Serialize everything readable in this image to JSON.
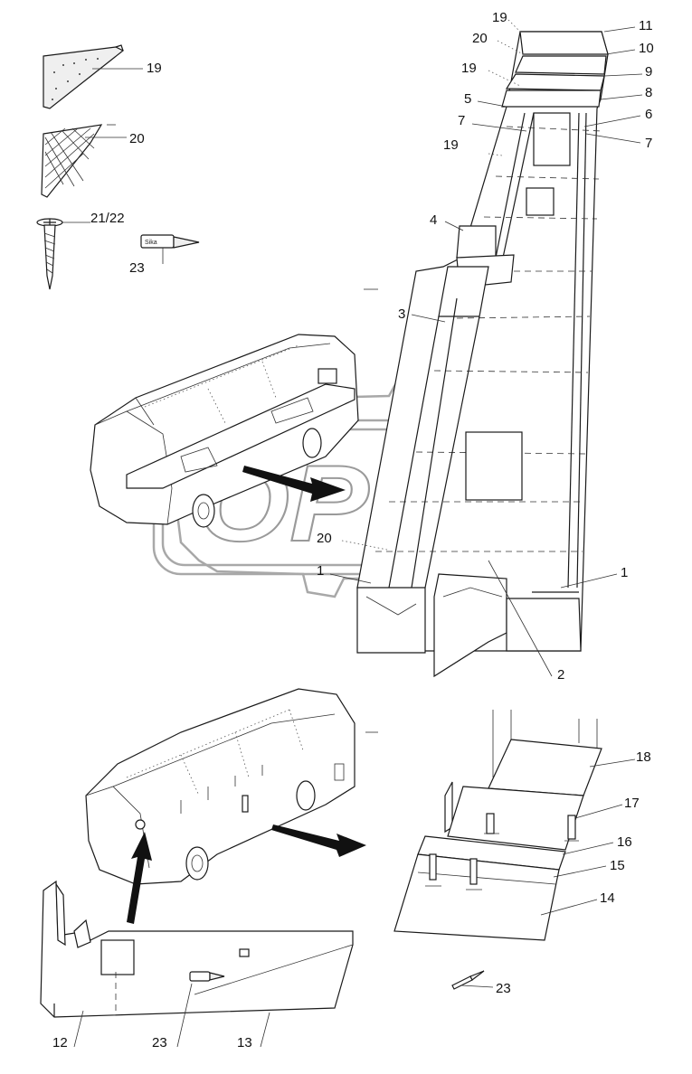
{
  "labels": {
    "n1": "1",
    "n2": "2",
    "n3": "3",
    "n4": "4",
    "n5": "5",
    "n6": "6",
    "n7": "7",
    "n8": "8",
    "n9": "9",
    "n10": "10",
    "n11": "11",
    "n12": "12",
    "n13": "13",
    "n14": "14",
    "n15": "15",
    "n16": "16",
    "n17": "17",
    "n18": "18",
    "n19": "19",
    "n20": "20",
    "n21_22": "21/22",
    "n23": "23"
  },
  "tube_text": "Sika",
  "watermark": {
    "text": "OPEX",
    "color": "#9a9a9a"
  }
}
